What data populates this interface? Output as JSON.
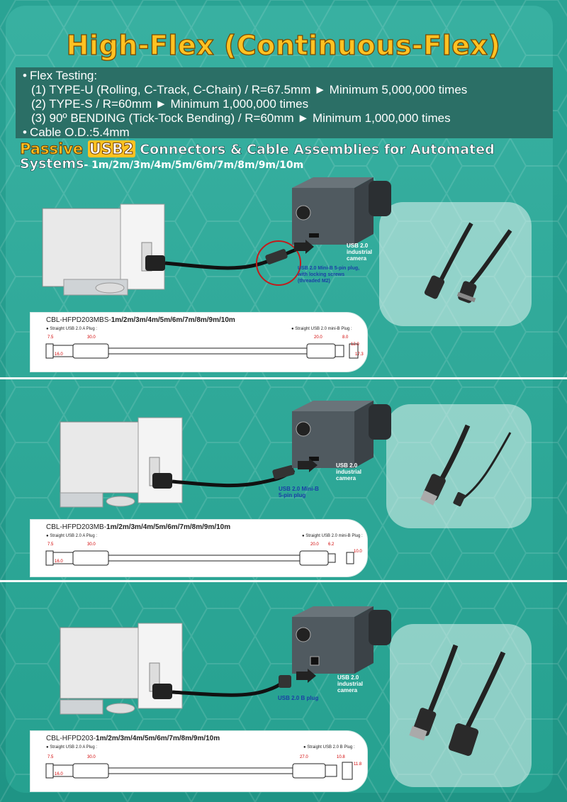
{
  "title": "High-Flex (Continuous-Flex)",
  "specs": {
    "flex_label": "Flex Testing:",
    "lines": [
      "(1) TYPE-U (Rolling, C-Track, C-Chain) / R=67.5mm ► Minimum 5,000,000 times",
      "(2) TYPE-S / R=60mm ► Minimum 1,000,000 times",
      "(3) 90º BENDING (Tick-Tock Bending) / R=60mm ► Minimum 1,000,000 times"
    ],
    "cable_od": "Cable O.D.:5.4mm"
  },
  "heading": {
    "word1": "Passive",
    "word2": "USB2",
    "rest1": "Connectors & Cable Assemblies for Automated",
    "rest2": "Systems",
    "lengths": "- 1m/2m/3m/4m/5m/6m/7m/8m/9m/10m"
  },
  "sections": [
    {
      "camera_label": [
        "USB 2.0",
        "industrial",
        "camera"
      ],
      "plug_label": [
        "USB 2.0 Mini-B 5-pin plug,",
        "with locking screws",
        "(threaded M2)"
      ],
      "model_prefix": "CBL-HFPD203MBS-",
      "model_lengths": "1m/2m/3m/4m/5m/6m/7m/8m/9m/10m",
      "left_plug": "● Straight USB 2.0 A Plug :",
      "right_plug": "● Straight USB 2.0 mini-B Plug :",
      "dims": [
        "7.5",
        "30.0",
        "16.0",
        "20.0",
        "8.0",
        "12.0",
        "17.3"
      ]
    },
    {
      "camera_label": [
        "USB 2.0",
        "industrial",
        "camera"
      ],
      "plug_label": [
        "USB 2.0 Mini-B",
        "5-pin plug"
      ],
      "model_prefix": "CBL-HFPD203MB-",
      "model_lengths": "1m/2m/3m/4m/5m/6m/7m/8m/9m/10m",
      "left_plug": "● Straight USB 2.0 A Plug :",
      "right_plug": "● Straight USB 2.0 mini-B Plug :",
      "dims": [
        "7.5",
        "30.0",
        "16.0",
        "20.0",
        "6.2",
        "10.0"
      ]
    },
    {
      "camera_label": [
        "USB 2.0",
        "industrial",
        "camera"
      ],
      "plug_label": [
        "USB 2.0 B plug"
      ],
      "model_prefix": "CBL-HFPD203-",
      "model_lengths": "1m/2m/3m/4m/5m/6m/7m/8m/9m/10m",
      "left_plug": "● Straight USB 2.0 A Plug :",
      "right_plug": "● Straight USB 2.0 B Plug :",
      "dims": [
        "7.5",
        "30.0",
        "16.0",
        "27.0",
        "10.8",
        "11.8"
      ]
    }
  ],
  "colors": {
    "background": "#26a190",
    "title": "#ffc222",
    "spec_band": "#2b6f66",
    "dimension": "#d10000",
    "label_blue": "#1b3fa6"
  }
}
